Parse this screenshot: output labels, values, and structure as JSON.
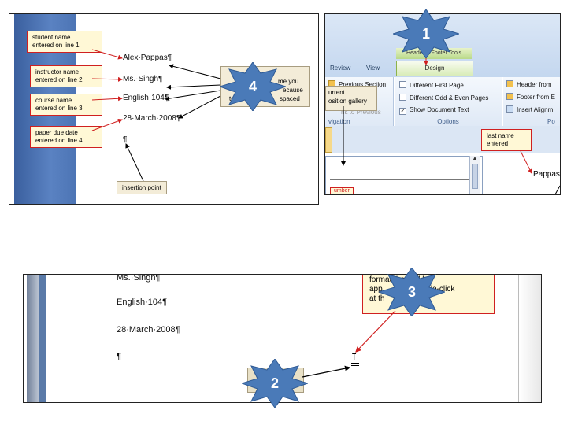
{
  "panel_a": {
    "doc_lines": [
      "Alex·Pappas¶",
      "Ms.·Singh¶",
      "English·104¶",
      "28·March·2008¶",
      "¶"
    ],
    "callouts": [
      {
        "line1": "student name",
        "line2": "entered on line 1"
      },
      {
        "line1": "instructor name",
        "line2": "entered on line 2"
      },
      {
        "line1": "course name",
        "line2": "entered on line 3"
      },
      {
        "line1": "paper due date",
        "line2": "entered on line 4"
      }
    ],
    "insertion_note": "insertion point",
    "right_note": {
      "l1": "me you",
      "l2": "ecause",
      "l3": "te",
      "l4": "spaced"
    }
  },
  "panel_b": {
    "context_band": "Header & Footer Tools",
    "tab_review": "Review",
    "tab_view": "View",
    "tab_design": "Design",
    "prev_section": "Previous Section",
    "nav_partial": "nk to Previous",
    "nav_group": "vigation",
    "opt1": "Different First Page",
    "opt2": "Different Odd & Even Pages",
    "opt3": "Show Document Text",
    "options_group": "Options",
    "right1": "Header from",
    "right2": "Footer from E",
    "right3": "Insert Alignm",
    "right_group": "Po",
    "gallery_l1": "urrent",
    "gallery_l2": "osition gallery",
    "last_name_l1": "last name",
    "last_name_l2": "entered",
    "pappas": "Pappas",
    "bottom_partial": "umber"
  },
  "panel_c": {
    "lines": [
      "Ms.·Singh¶",
      "English·104¶",
      "28·March·2008¶",
      "¶"
    ],
    "note_l1": "format that will be",
    "note_l2": "app                  uble-click",
    "note_l3": "at th"
  },
  "stars": [
    "1",
    "2",
    "3",
    "4"
  ],
  "colors": {
    "star": "#4a7ab8",
    "callout_border": "#d02020",
    "callout_fill": "#fff8d6"
  }
}
